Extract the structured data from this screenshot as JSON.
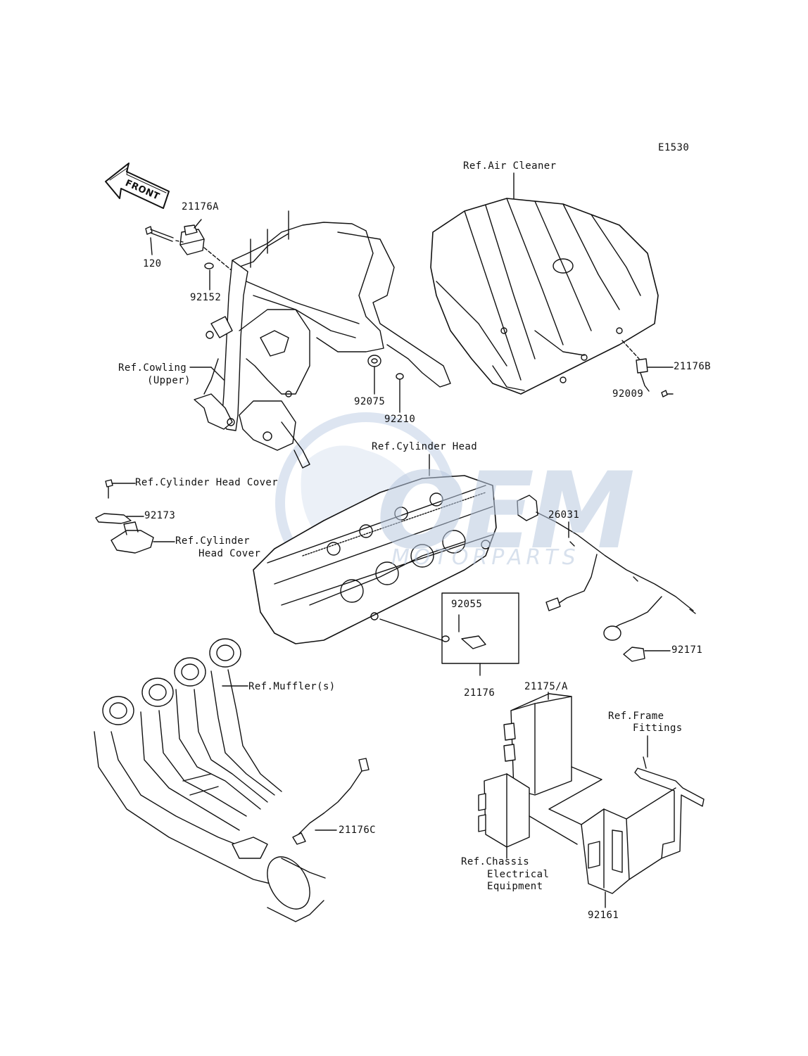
{
  "diagram_code": "E1530",
  "front_arrow": {
    "text": "FRONT"
  },
  "watermark": {
    "brand": "OEM",
    "tagline": "MOTORPARTS"
  },
  "labels": {
    "ref_air_cleaner": "Ref.Air Cleaner",
    "p21176A": "21176A",
    "p120": "120",
    "p92152": "92152",
    "ref_cowling_1": "Ref.Cowling",
    "ref_cowling_2": "(Upper)",
    "p92075": "92075",
    "p92210": "92210",
    "p21176B": "21176B",
    "p92009": "92009",
    "ref_cylinder_head": "Ref.Cylinder Head",
    "ref_cyl_head_cover_top": "Ref.Cylinder Head Cover",
    "p92173": "92173",
    "ref_cyl_head_cover_1": "Ref.Cylinder",
    "ref_cyl_head_cover_2": "Head Cover",
    "p26031": "26031",
    "p92055": "92055",
    "p21176": "21176",
    "p92171": "92171",
    "p21175A": "21175/A",
    "ref_frame_1": "Ref.Frame",
    "ref_frame_2": "Fittings",
    "ref_muffler": "Ref.Muffler(s)",
    "p21176C": "21176C",
    "ref_chassis_1": "Ref.Chassis",
    "ref_chassis_2": "Electrical",
    "ref_chassis_3": "Equipment",
    "p92161": "92161"
  },
  "colors": {
    "ink": "#111111",
    "watermark": "#b9c9e0"
  }
}
